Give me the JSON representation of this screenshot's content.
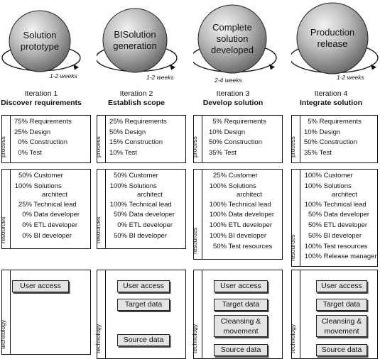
{
  "iterations": [
    {
      "sphere_lines": [
        "Solution",
        "prototype"
      ],
      "duration": "1-2 weeks",
      "iteration": "Iteration 1",
      "phase": "Discover requirements",
      "process_label": "process",
      "process": [
        {
          "pct": "75%",
          "label": "Requirements"
        },
        {
          "pct": "25%",
          "label": "Design"
        },
        {
          "pct": "0%",
          "label": "Construction"
        },
        {
          "pct": "0%",
          "label": "Test"
        }
      ],
      "resources_label": "resources",
      "resources": [
        {
          "pct": "50%",
          "label": "Customer"
        },
        {
          "pct": "100%",
          "label": "Solutions",
          "label2": "architect"
        },
        {
          "pct": "25%",
          "label": "Technical lead"
        },
        {
          "pct": "0%",
          "label": "Data developer"
        },
        {
          "pct": "0%",
          "label": "ETL developer"
        },
        {
          "pct": "0%",
          "label": "BI developer"
        }
      ],
      "technology_label": "technology",
      "technology": [
        "User access"
      ]
    },
    {
      "sphere_lines": [
        "BISolution",
        "generation"
      ],
      "duration": "1-2 weeks",
      "iteration": "Iteration 2",
      "phase": "Establish scope",
      "process_label": "process",
      "process": [
        {
          "pct": "25%",
          "label": "Requirements"
        },
        {
          "pct": "50%",
          "label": "Design"
        },
        {
          "pct": "15%",
          "label": "Construction"
        },
        {
          "pct": "10%",
          "label": "Test"
        }
      ],
      "resources_label": "resources",
      "resources": [
        {
          "pct": "50%",
          "label": "Customer"
        },
        {
          "pct": "100%",
          "label": "Solutions",
          "label2": "architect"
        },
        {
          "pct": "100%",
          "label": "Technical lead"
        },
        {
          "pct": "50%",
          "label": "Data developer"
        },
        {
          "pct": "0%",
          "label": "ETL developer"
        },
        {
          "pct": "50%",
          "label": "BI developer"
        }
      ],
      "technology_label": "technology",
      "technology": [
        "User access",
        "Target data",
        "Source data"
      ]
    },
    {
      "sphere_lines": [
        "Complete",
        "solution",
        "developed"
      ],
      "duration": "2-4 weeks",
      "iteration": "Iteration 3",
      "phase": "Develop solution",
      "process_label": "process",
      "process": [
        {
          "pct": "5%",
          "label": "Requirements"
        },
        {
          "pct": "10%",
          "label": "Design"
        },
        {
          "pct": "50%",
          "label": "Construction"
        },
        {
          "pct": "35%",
          "label": "Test"
        }
      ],
      "resources_label": "resources",
      "resources": [
        {
          "pct": "25%",
          "label": "Customer"
        },
        {
          "pct": "100%",
          "label": "Solutions",
          "label2": "architect"
        },
        {
          "pct": "100%",
          "label": "Technical lead"
        },
        {
          "pct": "100%",
          "label": "Data developer"
        },
        {
          "pct": "100%",
          "label": "ETL developer"
        },
        {
          "pct": "100%",
          "label": "BI developer"
        },
        {
          "pct": "50%",
          "label": "Test resources"
        }
      ],
      "technology_label": "technology",
      "technology": [
        "User access",
        "Target data",
        "Cleansing & movement",
        "Source data"
      ]
    },
    {
      "sphere_lines": [
        "Production",
        "release"
      ],
      "duration": "1-2 weeks",
      "iteration": "Iteration 4",
      "phase": "Integrate solution",
      "process_label": "process",
      "process": [
        {
          "pct": "5%",
          "label": "Requirements"
        },
        {
          "pct": "10%",
          "label": "Design"
        },
        {
          "pct": "50%",
          "label": "Construction"
        },
        {
          "pct": "35%",
          "label": "Test"
        }
      ],
      "resources_label": "resources",
      "resources": [
        {
          "pct": "100%",
          "label": "Customer"
        },
        {
          "pct": "100%",
          "label": "Solutions",
          "label2": "architect"
        },
        {
          "pct": "100%",
          "label": "Technical lead"
        },
        {
          "pct": "50%",
          "label": "Data developer"
        },
        {
          "pct": "50%",
          "label": "ETL developer"
        },
        {
          "pct": "50%",
          "label": "BI developer"
        },
        {
          "pct": "100%",
          "label": "Test resources"
        },
        {
          "pct": "100%",
          "label": "Release manager"
        }
      ],
      "technology_label": "technology",
      "technology": [
        "User access",
        "Target data",
        "Cleansing & movement",
        "Source data"
      ]
    }
  ]
}
